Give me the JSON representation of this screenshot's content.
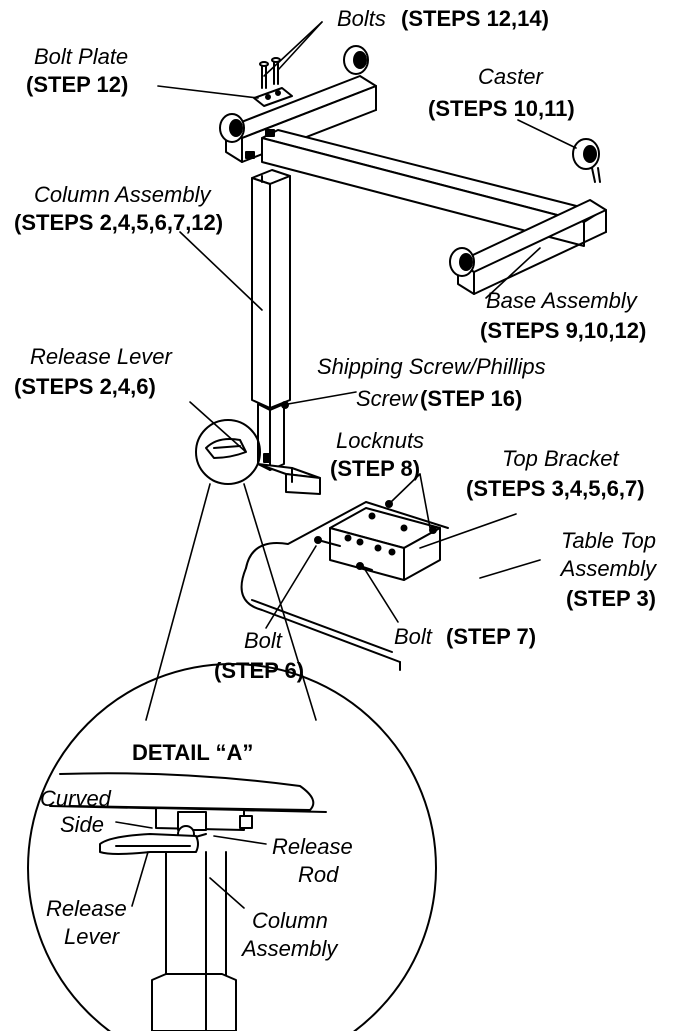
{
  "labels": {
    "bolts": {
      "name": "Bolts",
      "steps": "(STEPS 12,14)"
    },
    "bolt_plate": {
      "name": "Bolt Plate",
      "steps": "(STEP 12)"
    },
    "caster": {
      "name": "Caster",
      "steps": "(STEPS 10,11)"
    },
    "column_assembly": {
      "name": "Column Assembly",
      "steps": "(STEPS 2,4,5,6,7,12)"
    },
    "base_assembly": {
      "name": "Base Assembly",
      "steps": "(STEPS 9,10,12)"
    },
    "release_lever": {
      "name": "Release Lever",
      "steps": "(STEPS 2,4,6)"
    },
    "shipping_screw": {
      "line1": "Shipping Screw/Phillips",
      "line2": "Screw",
      "steps": "(STEP 16)"
    },
    "locknuts": {
      "name": "Locknuts",
      "steps": "(STEP 8)"
    },
    "top_bracket": {
      "name": "Top Bracket",
      "steps": "(STEPS 3,4,5,6,7)"
    },
    "table_top": {
      "line1": "Table Top",
      "line2": "Assembly",
      "steps": "(STEP 3)"
    },
    "bolt_step6": {
      "name": "Bolt",
      "steps": "(STEP 6)"
    },
    "bolt_step7": {
      "name": "Bolt",
      "steps": "(STEP 7)"
    }
  },
  "detail": {
    "title": "DETAIL “A”",
    "curved_side": {
      "line1": "Curved",
      "line2": "Side"
    },
    "release_rod": {
      "line1": "Release",
      "line2": "Rod"
    },
    "release_lever": {
      "line1": "Release",
      "line2": "Lever"
    },
    "column_assembly": {
      "line1": "Column",
      "line2": "Assembly"
    }
  }
}
